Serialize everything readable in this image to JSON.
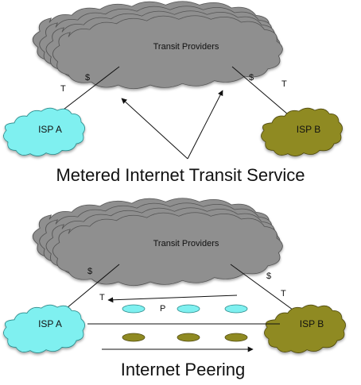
{
  "top_diagram": {
    "transit_label": "Transit Providers",
    "isp_a": "ISP A",
    "isp_b": "ISP B",
    "left_link_t": "T",
    "left_link_dollar": "$",
    "right_link_dollar": "$",
    "right_link_t": "T",
    "caption": "Metered Internet Transit Service"
  },
  "bottom_diagram": {
    "transit_label": "Transit Providers",
    "isp_a": "ISP A",
    "isp_b": "ISP B",
    "left_link_dollar": "$",
    "right_link_dollar": "$",
    "right_link_t": "T",
    "flow_t": "T",
    "peering_p": "P",
    "caption": "Internet Peering"
  },
  "colors": {
    "transit_cloud": "#8f8f8f",
    "isp_a": "#7ff0f0",
    "isp_b": "#8f8a22",
    "line": "#111111"
  }
}
